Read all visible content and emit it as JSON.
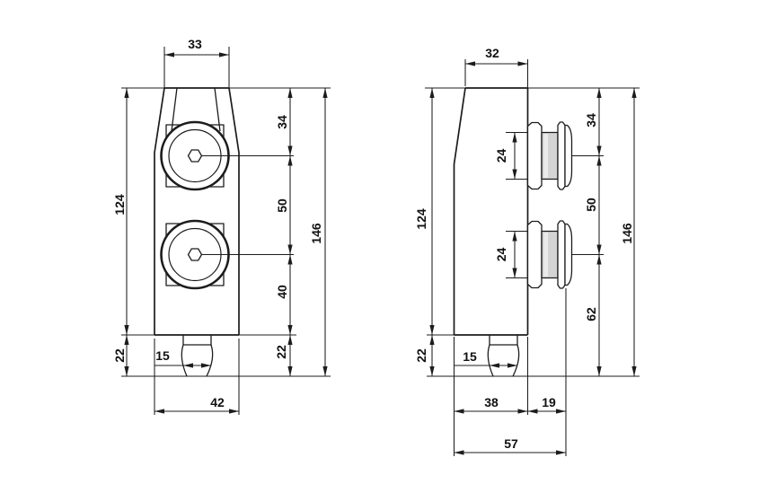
{
  "drawing": {
    "kind": "technical-dimension-drawing",
    "colors": {
      "line": "#1c1c1c",
      "background": "#ffffff",
      "shade": "#d4d4d4"
    },
    "front_view": {
      "dims": {
        "top_width": "33",
        "body_height": "124",
        "base_height_left": "22",
        "top_to_upper_axis": "34",
        "axis_spacing": "50",
        "lower_axis_to_base": "40",
        "base_height_right": "22",
        "overall_height": "146",
        "pin_width": "15",
        "body_width": "42"
      }
    },
    "side_view": {
      "dims": {
        "top_depth": "32",
        "body_height": "124",
        "base_height": "22",
        "knob_upper_dia": "24",
        "knob_lower_dia": "24",
        "top_to_upper_axis": "34",
        "axis_spacing": "50",
        "lower_axis_to_base": "62",
        "overall_height": "146",
        "pin_width": "15",
        "body_depth": "38",
        "knob_length": "19",
        "overall_depth": "57"
      }
    }
  }
}
